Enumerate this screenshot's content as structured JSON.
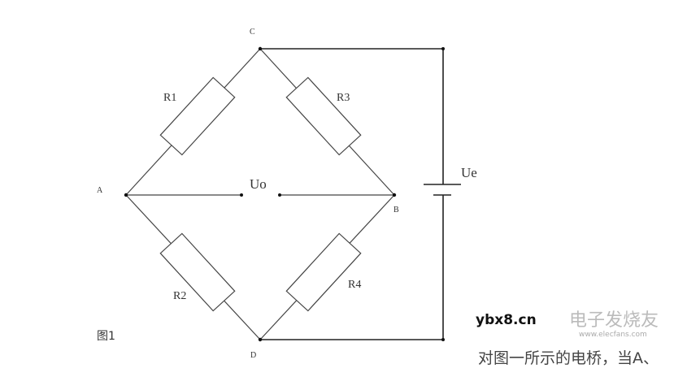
{
  "nodes": {
    "c": "C",
    "a": "A",
    "b": "B",
    "d": "D"
  },
  "resistors": {
    "r1": "R1",
    "r2": "R2",
    "r3": "R3",
    "r4": "R4"
  },
  "output_voltage": "Uo",
  "supply_voltage": "Ue",
  "figure_label": "图1",
  "caption": "对图一所示的电桥，当A、",
  "watermarks": {
    "site": "ybx8.cn",
    "logo": "电子发烧友",
    "logo_url_text": "www.elecfans.com"
  }
}
